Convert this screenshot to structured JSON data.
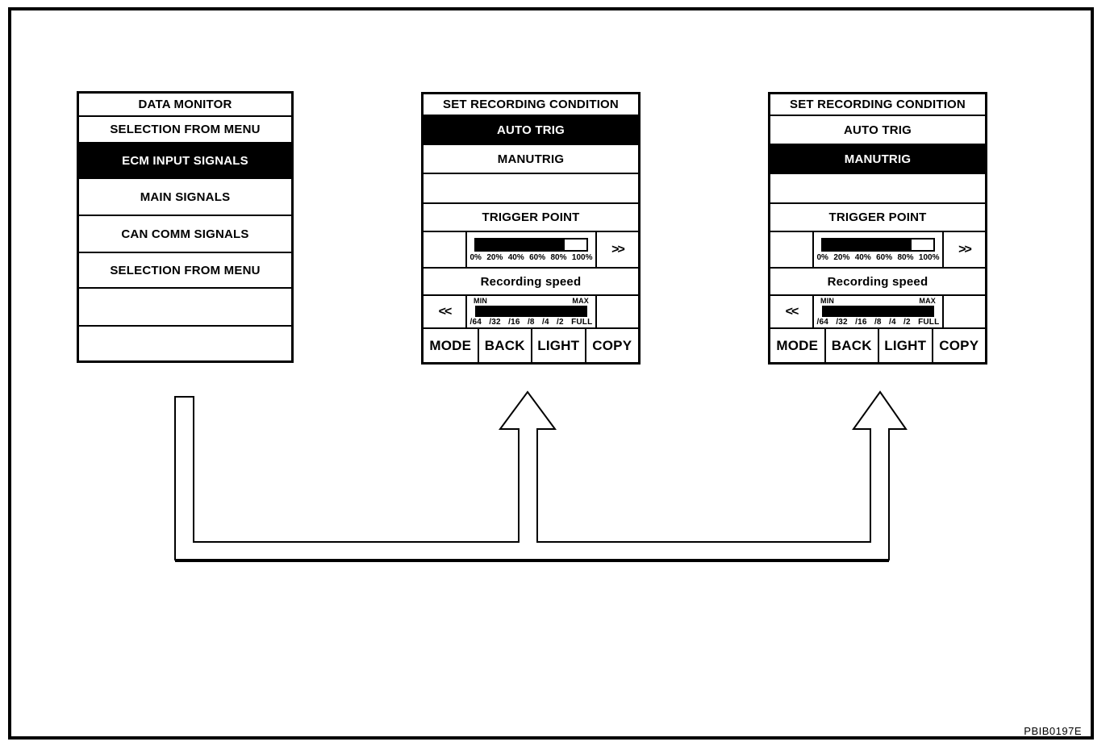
{
  "figure_code": "PBIB0197E",
  "colors": {
    "ink": "#000000",
    "paper": "#ffffff"
  },
  "data_monitor_panel": {
    "title": "DATA MONITOR",
    "items": [
      "SELECTION FROM MENU",
      "ECM INPUT SIGNALS",
      "MAIN SIGNALS",
      "CAN COMM SIGNALS",
      "SELECTION FROM MENU",
      "",
      ""
    ],
    "selected_item": "ECM INPUT SIGNALS"
  },
  "recording_panels": [
    {
      "title": "SET RECORDING CONDITION",
      "options": [
        "AUTO TRIG",
        "MANUTRIG"
      ],
      "selected_option": "AUTO TRIG",
      "trigger_point": {
        "label": "TRIGGER POINT",
        "fill_percent": 80,
        "scale": [
          "0%",
          "20%",
          "40%",
          "60%",
          "80%",
          "100%"
        ],
        "forward_button": ">>"
      },
      "recording_speed": {
        "label": "Recording speed",
        "min_label": "MIN",
        "max_label": "MAX",
        "fill_percent": 100,
        "scale": [
          "/64",
          "/32",
          "/16",
          "/8",
          "/4",
          "/2",
          "FULL"
        ],
        "back_button": "<<"
      },
      "function_keys": [
        "MODE",
        "BACK",
        "LIGHT",
        "COPY"
      ]
    },
    {
      "title": "SET RECORDING CONDITION",
      "options": [
        "AUTO TRIG",
        "MANUTRIG"
      ],
      "selected_option": "MANUTRIG",
      "trigger_point": {
        "label": "TRIGGER POINT",
        "fill_percent": 80,
        "scale": [
          "0%",
          "20%",
          "40%",
          "60%",
          "80%",
          "100%"
        ],
        "forward_button": ">>"
      },
      "recording_speed": {
        "label": "Recording speed",
        "min_label": "MIN",
        "max_label": "MAX",
        "fill_percent": 100,
        "scale": [
          "/64",
          "/32",
          "/16",
          "/8",
          "/4",
          "/2",
          "FULL"
        ],
        "back_button": "<<"
      },
      "function_keys": [
        "MODE",
        "BACK",
        "LIGHT",
        "COPY"
      ]
    }
  ]
}
